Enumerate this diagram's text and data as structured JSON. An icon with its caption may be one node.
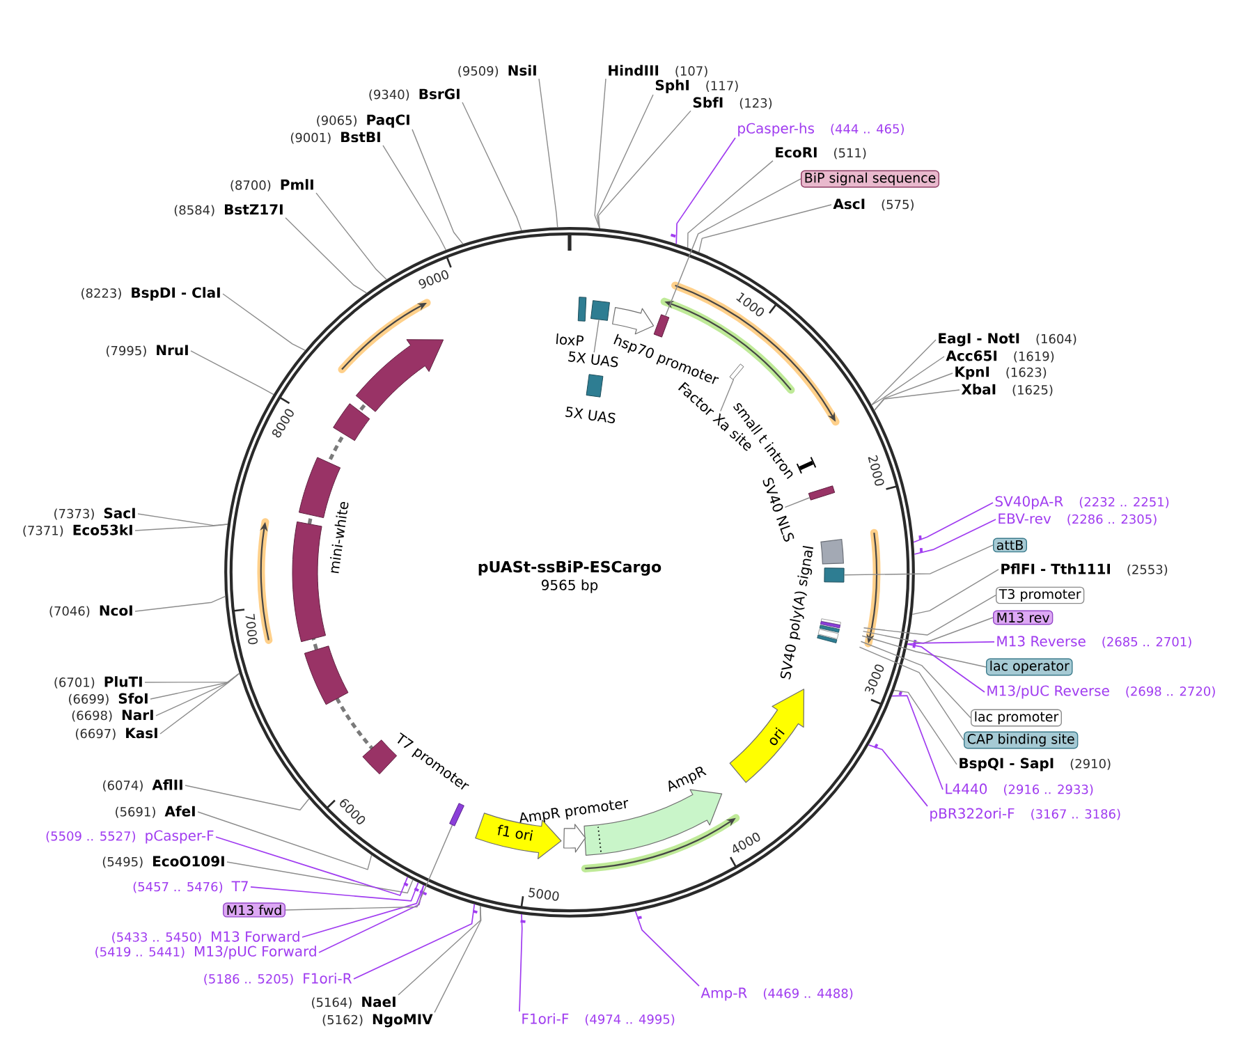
{
  "diagram": {
    "nodes": [
      {
        "text": [
          "pUASt-ssBiP-ESCargo",
          "9565 bp"
        ]
      },
      {
        "text": [
          "loxP"
        ],
        "in": 0
      },
      {
        "text": [
          "5X UAS"
        ],
        "in": 0
      },
      {
        "text": [],
        "shape": "box",
        "in": 0
      },
      {
        "text": [
          "hsp70 promoter"
        ],
        "in": 0
      },
      {
        "text": [],
        "shape": "box",
        "in": 0
      },
      {
        "text": [
          "Factor Xa site"
        ],
        "in": 0
      },
      {
        "text": [],
        "shape": "bar",
        "in": 0
      },
      {
        "text": [
          "small t intron"
        ],
        "in": 0
      },
      {
        "text": [
          "SV40 NLS"
        ],
        "in": 0
      },
      {
        "text": [],
        "shape": "box",
        "in": 0
      },
      {
        "text": [
          "SV40 poly(A) signal"
        ],
        "in": 0
      },
      {
        "text": [],
        "shape": "box",
        "in": 0
      },
      {
        "text": [
          "5X UAS"
        ],
        "in": 0
      },
      {
        "text": [
          "ori"
        ],
        "in": 0
      },
      {
        "text": [
          "AmpR"
        ],
        "in": 0
      },
      {
        "text": [
          "AmpR promoter"
        ],
        "in": 0
      },
      {
        "text": [
          "f1 ori"
        ],
        "in": 0
      },
      {
        "text": [
          "T7 promoter"
        ],
        "in": 0
      },
      {
        "text": [
          "mini-white"
        ],
        "in": 0
      },
      {
        "text": [
          "HindIII",
          "(107)"
        ]
      },
      {
        "text": [
          "SphI",
          "(117)"
        ]
      },
      {
        "text": [
          "SbfI",
          "(123)"
        ]
      },
      {
        "text": [
          "pCasper-hs",
          "(444 .. 465)"
        ]
      },
      {
        "text": [
          "EcoRI",
          "(511)"
        ]
      },
      {
        "text": [
          "BiP signal sequence"
        ]
      },
      {
        "text": [
          "AscI",
          "(575)"
        ]
      },
      {
        "text": [
          "EagI - NotI",
          "(1604)"
        ]
      },
      {
        "text": [
          "Acc65I",
          "(1619)"
        ]
      },
      {
        "text": [
          "KpnI",
          "(1623)"
        ]
      },
      {
        "text": [
          "XbaI",
          "(1625)"
        ]
      },
      {
        "text": [
          "SV40pA-R",
          "(2232 .. 2251)"
        ]
      },
      {
        "text": [
          "EBV-rev",
          "(2286 .. 2305)"
        ]
      },
      {
        "text": [
          "attB"
        ]
      },
      {
        "text": [
          "PflFI - Tth111I",
          "(2553)"
        ]
      },
      {
        "text": [
          "T3 promoter"
        ]
      },
      {
        "text": [
          "M13 rev"
        ]
      },
      {
        "text": [
          "M13 Reverse",
          "(2685 .. 2701)"
        ]
      },
      {
        "text": [
          "lac operator"
        ]
      },
      {
        "text": [
          "M13/pUC Reverse",
          "(2698 .. 2720)"
        ]
      },
      {
        "text": [
          "lac promoter"
        ]
      },
      {
        "text": [
          "CAP binding site"
        ]
      },
      {
        "text": [
          "BspQI - SapI",
          "(2910)"
        ]
      },
      {
        "text": [
          "L4440",
          "(2916 .. 2933)"
        ]
      },
      {
        "text": [
          "pBR322ori-F",
          "(3167 .. 3186)"
        ]
      },
      {
        "text": [
          "Amp-R",
          "(4469 .. 4488)"
        ]
      },
      {
        "text": [
          "F1ori-F",
          "(4974 .. 4995)"
        ]
      },
      {
        "text": [
          "(5162)",
          "NgoMIV"
        ]
      },
      {
        "text": [
          "(5164)",
          "NaeI"
        ]
      },
      {
        "text": [
          "(5186 .. 5205)",
          "F1ori-R"
        ]
      },
      {
        "text": [
          "(5419 .. 5441)",
          "M13/pUC Forward"
        ]
      },
      {
        "text": [
          "(5433 .. 5450)",
          "M13 Forward"
        ]
      },
      {
        "text": [
          "M13 fwd"
        ]
      },
      {
        "text": [
          "(5457 .. 5476)",
          "T7"
        ]
      },
      {
        "text": [
          "(5495)",
          "EcoO109I"
        ]
      },
      {
        "text": [
          "(5509 .. 5527)",
          "pCasper-F"
        ]
      },
      {
        "text": [
          "(5691)",
          "AfeI"
        ]
      },
      {
        "text": [
          "(6074)",
          "AflII"
        ]
      },
      {
        "text": [
          "(6697)",
          "KasI"
        ]
      },
      {
        "text": [
          "(6698)",
          "NarI"
        ]
      },
      {
        "text": [
          "(6699)",
          "SfoI"
        ]
      },
      {
        "text": [
          "(6701)",
          "PluTI"
        ]
      },
      {
        "text": [
          "(7046)",
          "NcoI"
        ]
      },
      {
        "text": [
          "(7371)",
          "Eco53kI"
        ]
      },
      {
        "text": [
          "(7373)",
          "SacI"
        ]
      },
      {
        "text": [
          "(7995)",
          "NruI"
        ]
      },
      {
        "text": [
          "(8223)",
          "BspDI - ClaI"
        ]
      },
      {
        "text": [
          "(8584)",
          "BstZ17I"
        ]
      },
      {
        "text": [
          "(8700)",
          "PmlI"
        ]
      },
      {
        "text": [
          "(9001)",
          "BstBI"
        ]
      },
      {
        "text": [
          "(9065)",
          "PaqCI"
        ]
      },
      {
        "text": [
          "(9340)",
          "BsrGI"
        ]
      },
      {
        "text": [
          "(9509)",
          "NsiI"
        ]
      }
    ],
    "edges": [
      {
        "from": 2,
        "to": 3,
        "arrow": "none"
      },
      {
        "from": 6,
        "to": 7,
        "arrow": "none"
      },
      {
        "from": 9,
        "to": 10,
        "arrow": "none"
      },
      {
        "from": 20,
        "to": 0,
        "arrow": "none"
      },
      {
        "from": 21,
        "to": 0,
        "arrow": "none"
      },
      {
        "from": 22,
        "to": 0,
        "arrow": "none"
      },
      {
        "from": 23,
        "to": 0,
        "arrow": "none",
        "color": "#a03cf0"
      },
      {
        "from": 24,
        "to": 0,
        "arrow": "none"
      },
      {
        "from": 25,
        "to": 5,
        "arrow": "none"
      },
      {
        "from": 26,
        "to": 0,
        "arrow": "none"
      },
      {
        "from": 27,
        "to": 0,
        "arrow": "none"
      },
      {
        "from": 28,
        "to": 0,
        "arrow": "none"
      },
      {
        "from": 29,
        "to": 0,
        "arrow": "none"
      },
      {
        "from": 30,
        "to": 0,
        "arrow": "none"
      },
      {
        "from": 31,
        "to": 0,
        "arrow": "none",
        "color": "#a03cf0"
      },
      {
        "from": 32,
        "to": 0,
        "arrow": "none",
        "color": "#a03cf0"
      },
      {
        "from": 33,
        "to": 12,
        "arrow": "none"
      },
      {
        "from": 34,
        "to": 0,
        "arrow": "none"
      },
      {
        "from": 35,
        "to": null,
        "arrow": "none"
      },
      {
        "from": 36,
        "to": null,
        "arrow": "none"
      },
      {
        "from": 37,
        "to": 0,
        "arrow": "none",
        "color": "#a03cf0"
      },
      {
        "from": 38,
        "to": null,
        "arrow": "none"
      },
      {
        "from": 39,
        "to": 0,
        "arrow": "none",
        "color": "#a03cf0"
      },
      {
        "from": 40,
        "to": null,
        "arrow": "none"
      },
      {
        "from": 41,
        "to": null,
        "arrow": "none"
      },
      {
        "from": 42,
        "to": 0,
        "arrow": "none"
      },
      {
        "from": 43,
        "to": 0,
        "arrow": "none",
        "color": "#a03cf0"
      },
      {
        "from": 44,
        "to": 0,
        "arrow": "none",
        "color": "#a03cf0"
      },
      {
        "from": 45,
        "to": 0,
        "arrow": "none",
        "color": "#a03cf0"
      },
      {
        "from": 46,
        "to": 0,
        "arrow": "none",
        "color": "#a03cf0"
      },
      {
        "from": 47,
        "to": 0,
        "arrow": "none"
      },
      {
        "from": 48,
        "to": 0,
        "arrow": "none"
      },
      {
        "from": 49,
        "to": 0,
        "arrow": "none",
        "color": "#a03cf0"
      },
      {
        "from": 50,
        "to": 0,
        "arrow": "none",
        "color": "#a03cf0"
      },
      {
        "from": 51,
        "to": 0,
        "arrow": "none",
        "color": "#a03cf0"
      },
      {
        "from": 52,
        "to": 18,
        "arrow": "none"
      },
      {
        "from": 53,
        "to": 0,
        "arrow": "none",
        "color": "#a03cf0"
      },
      {
        "from": 54,
        "to": 0,
        "arrow": "none"
      },
      {
        "from": 55,
        "to": 0,
        "arrow": "none",
        "color": "#a03cf0"
      },
      {
        "from": 56,
        "to": 0,
        "arrow": "none"
      },
      {
        "from": 57,
        "to": 0,
        "arrow": "none"
      },
      {
        "from": 58,
        "to": 0,
        "arrow": "none"
      },
      {
        "from": 59,
        "to": 0,
        "arrow": "none"
      },
      {
        "from": 60,
        "to": 0,
        "arrow": "none"
      },
      {
        "from": 61,
        "to": 0,
        "arrow": "none"
      },
      {
        "from": 62,
        "to": 0,
        "arrow": "none"
      },
      {
        "from": 63,
        "to": 0,
        "arrow": "none"
      },
      {
        "from": 64,
        "to": 0,
        "arrow": "none"
      },
      {
        "from": 65,
        "to": 0,
        "arrow": "none"
      },
      {
        "from": 66,
        "to": 0,
        "arrow": "none"
      },
      {
        "from": 67,
        "to": 0,
        "arrow": "none"
      },
      {
        "from": 68,
        "to": 0,
        "arrow": "none"
      },
      {
        "from": 69,
        "to": 0,
        "arrow": "none"
      },
      {
        "from": 70,
        "to": 0,
        "arrow": "none"
      },
      {
        "from": 71,
        "to": 0,
        "arrow": "none"
      },
      {
        "from": 72,
        "to": 0,
        "arrow": "none"
      }
    ],
    "labels": [
      "1000",
      "2000",
      "3000",
      "4000",
      "5000",
      "6000",
      "7000",
      "8000",
      "9000"
    ]
  }
}
